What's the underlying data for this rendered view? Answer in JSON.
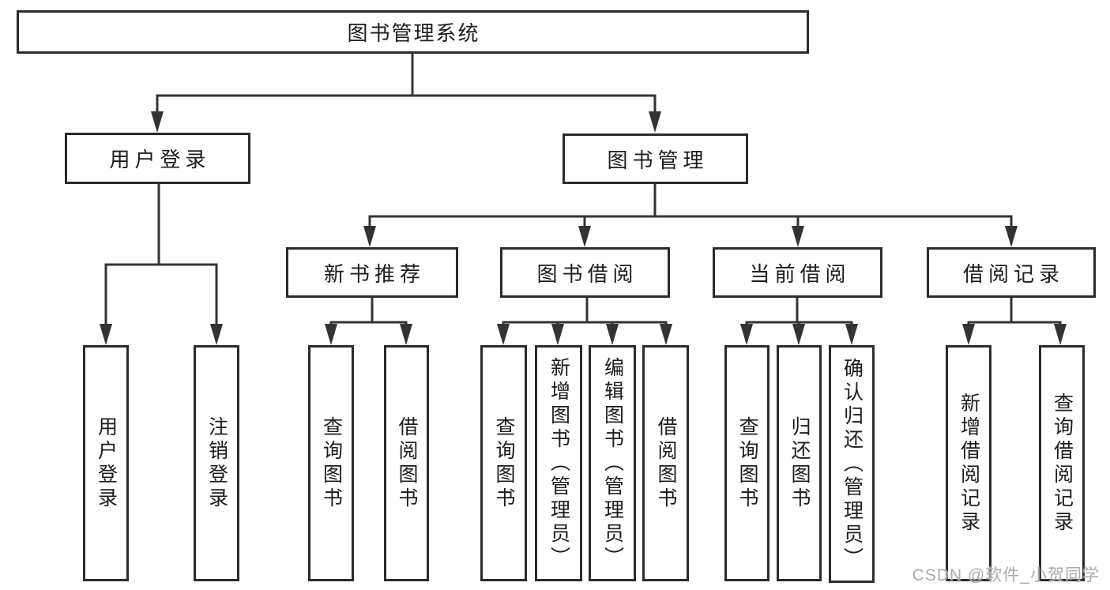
{
  "diagram": {
    "root": "图书管理系统",
    "branches": [
      {
        "label": "用户登录",
        "children": [
          "用户登录",
          "注销登录"
        ]
      },
      {
        "label": "图书管理",
        "sections": [
          {
            "label": "新书推荐",
            "children": [
              "查询图书",
              "借阅图书"
            ]
          },
          {
            "label": "图书借阅",
            "children": [
              "查询图书",
              "新增图书（管理员）",
              "编辑图书（管理员）",
              "借阅图书"
            ]
          },
          {
            "label": "当前借阅",
            "children": [
              "查询图书",
              "归还图书",
              "确认归还（管理员）"
            ]
          },
          {
            "label": "借阅记录",
            "children": [
              "新增借阅记录",
              "查询借阅记录"
            ]
          }
        ]
      }
    ]
  },
  "watermark": "CSDN @软件_小贺同学",
  "colors": {
    "line": "#333333",
    "box_border": "#2b2b2b",
    "text": "#1c1c1c",
    "watermark": "#ababab",
    "background": "#ffffff"
  }
}
